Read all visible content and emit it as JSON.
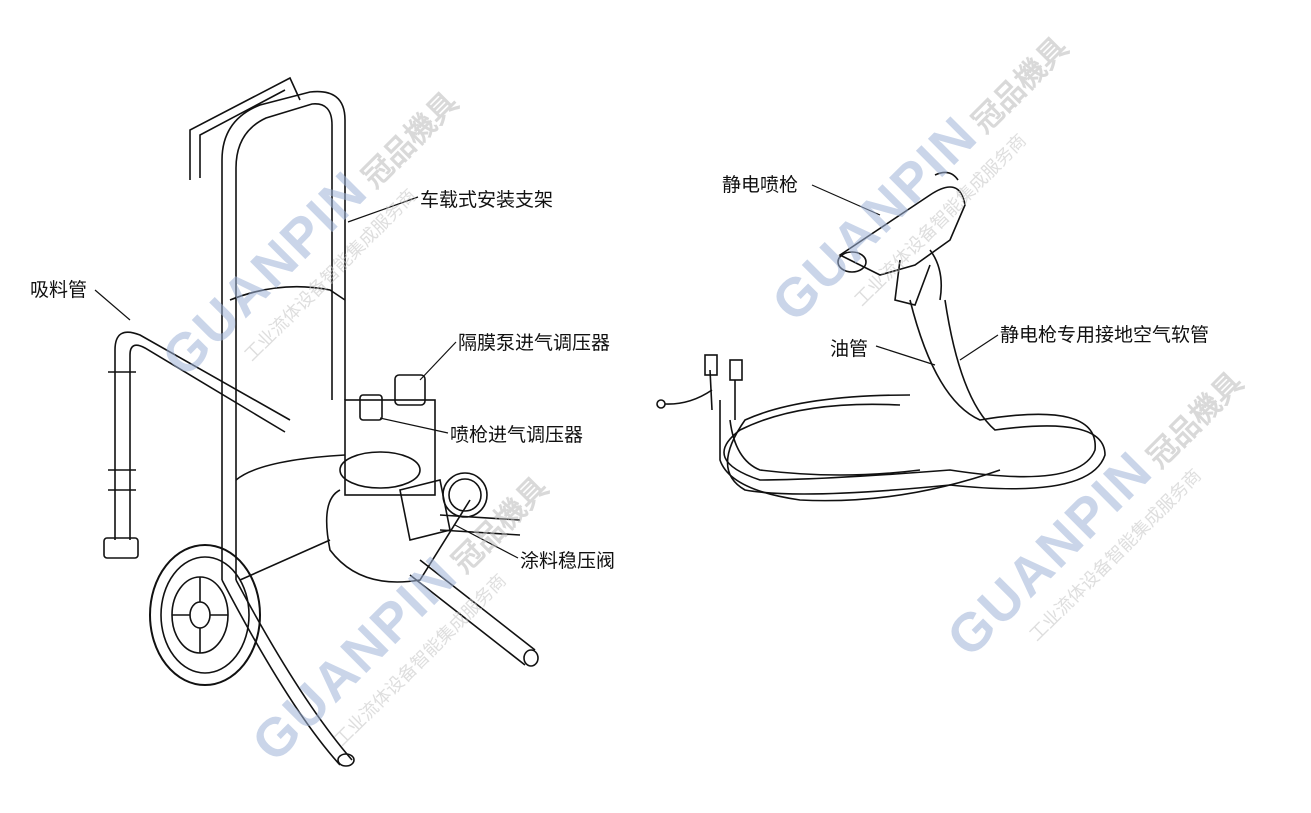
{
  "labels": {
    "mount_bracket": "车载式安装支架",
    "suction_tube": "吸料管",
    "pump_air_regulator": "隔膜泵进气调压器",
    "gun_air_regulator": "喷枪进气调压器",
    "paint_regulator_valve": "涂料稳压阀",
    "electrostatic_gun": "静电喷枪",
    "oil_hose": "油管",
    "ground_air_hose": "静电枪专用接地空气软管"
  },
  "watermark": {
    "brand": "GUANPIN",
    "brand_cn": "冠品機具",
    "tagline": "工业流体设备智能集成服务商"
  },
  "colors": {
    "line": "#111111",
    "watermark_blue": "#9fb4d8",
    "watermark_gray": "#bbbbbb"
  }
}
